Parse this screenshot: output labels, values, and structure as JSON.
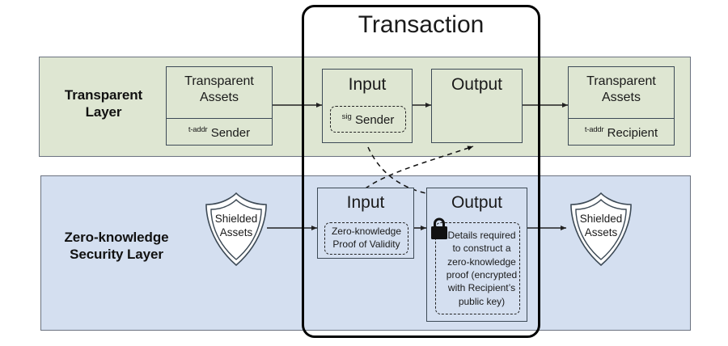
{
  "diagram": {
    "title": "Transaction",
    "layers": [
      {
        "id": "transparent",
        "label": "Transparent\nLayer",
        "label_line1": "Transparent",
        "label_line2": "Layer",
        "color": "#dee6d2"
      },
      {
        "id": "shielded",
        "label": "Zero-knowledge\nSecurity Layer",
        "label_line1": "Zero-knowledge",
        "label_line2": "Security Layer",
        "color": "#d4dff0"
      }
    ]
  },
  "transparent_layer": {
    "sender_assets": {
      "title_line1": "Transparent",
      "title_line2": "Assets",
      "addr_superscript": "t-addr",
      "addr_label": "Sender"
    },
    "input": {
      "title": "Input",
      "inner_superscript": "sig",
      "inner_label": "Sender"
    },
    "output": {
      "title": "Output"
    },
    "recipient_assets": {
      "title_line1": "Transparent",
      "title_line2": "Assets",
      "addr_superscript": "t-addr",
      "addr_label": "Recipient"
    }
  },
  "shielded_layer": {
    "sender_shield": {
      "label_line1": "Shielded",
      "label_line2": "Assets"
    },
    "input": {
      "title": "Input",
      "inner_line1": "Zero-knowledge",
      "inner_line2": "Proof of Validity"
    },
    "output": {
      "title": "Output",
      "lock_icon": "lock-icon",
      "inner_text": "Details required to construct a zero-knowledge proof (encrypted with Recipient’s public key)"
    },
    "recipient_shield": {
      "label_line1": "Shielded",
      "label_line2": "Assets"
    }
  },
  "colors": {
    "transparent_layer_fill": "#dee6d2",
    "shielded_layer_fill": "#d4dff0",
    "border": "#3d4a56",
    "transaction_border": "#000000",
    "text": "#1a1a1a"
  }
}
